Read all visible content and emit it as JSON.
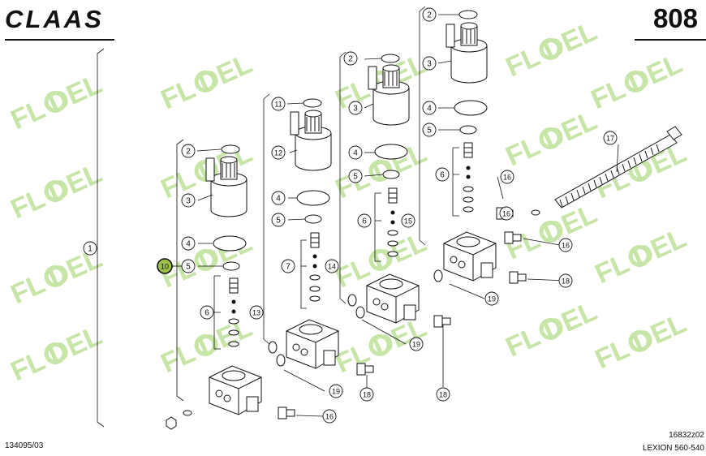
{
  "header": {
    "brand": "CLAAS",
    "page_number": "808"
  },
  "footer": {
    "doc_number": "134095/03",
    "drawing_ref": "16832z02",
    "model": "LEXION 560-540"
  },
  "watermark": {
    "text": "FL  DEL",
    "color": "#c6e5a6"
  },
  "highlight_color": "#9cc14a",
  "callouts": [
    {
      "n": "1"
    },
    {
      "n": "2"
    },
    {
      "n": "3"
    },
    {
      "n": "4"
    },
    {
      "n": "5"
    },
    {
      "n": "6"
    },
    {
      "n": "10",
      "highlighted": true
    },
    {
      "n": "2"
    },
    {
      "n": "3"
    },
    {
      "n": "4"
    },
    {
      "n": "5"
    },
    {
      "n": "6"
    },
    {
      "n": "11"
    },
    {
      "n": "12"
    },
    {
      "n": "4"
    },
    {
      "n": "5"
    },
    {
      "n": "7"
    },
    {
      "n": "2"
    },
    {
      "n": "3"
    },
    {
      "n": "4"
    },
    {
      "n": "5"
    },
    {
      "n": "6"
    },
    {
      "n": "13"
    },
    {
      "n": "14"
    },
    {
      "n": "15"
    },
    {
      "n": "16"
    },
    {
      "n": "16"
    },
    {
      "n": "16"
    },
    {
      "n": "16"
    },
    {
      "n": "17"
    },
    {
      "n": "18"
    },
    {
      "n": "18"
    },
    {
      "n": "18"
    },
    {
      "n": "19"
    },
    {
      "n": "19"
    },
    {
      "n": "19"
    }
  ]
}
